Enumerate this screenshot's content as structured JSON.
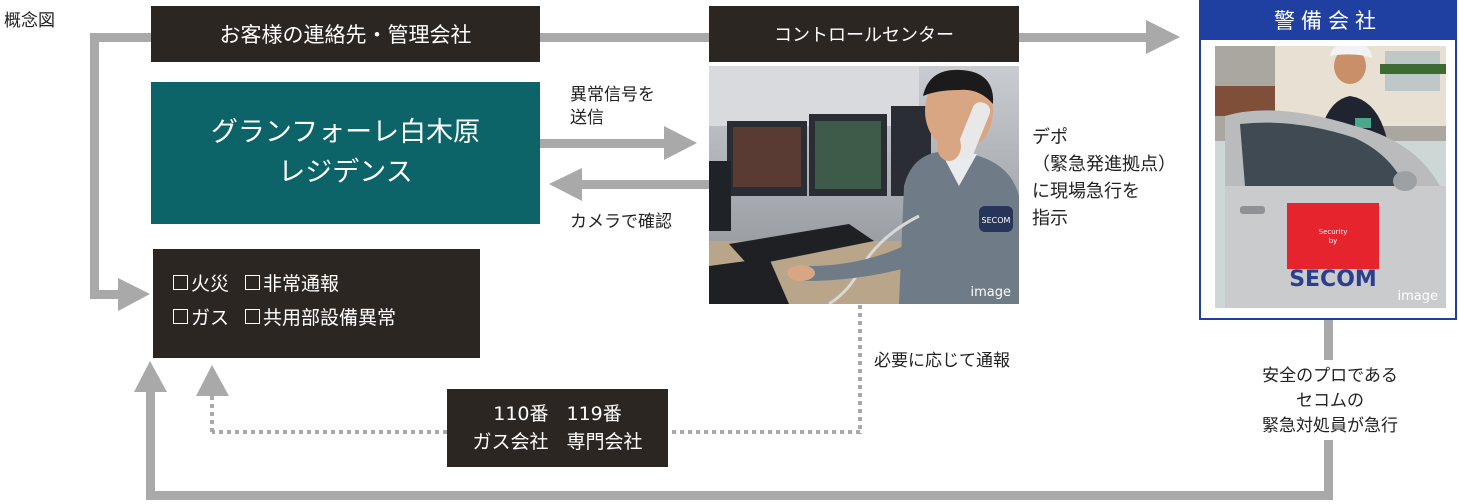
{
  "title": "概念図",
  "nodes": {
    "contact": "お客様の連絡先・管理会社",
    "control_center": "コントロールセンター",
    "residence_line1": "グランフォーレ白木原",
    "residence_line2": "レジデンス",
    "security_company": "警備会社"
  },
  "alarms": {
    "row1": [
      "火災",
      "非常通報"
    ],
    "row2": [
      "ガス",
      "共用部設備異常"
    ]
  },
  "numbers": {
    "row1": [
      "110番",
      "119番"
    ],
    "row2": [
      "ガス会社",
      "専門会社"
    ]
  },
  "edge_labels": {
    "send_line1": "異常信号を",
    "send_line2": "送信",
    "camera": "カメラで確認",
    "depot_line1": "デポ",
    "depot_line2": "（緊急発進拠点）",
    "depot_line3": "に現場急行を",
    "depot_line4": "指示",
    "notify": "必要に応じて通報",
    "rush_line1": "安全のプロである",
    "rush_line2": "セコムの",
    "rush_line3": "緊急対処員が急行"
  },
  "images": {
    "caption": "image",
    "logo": "SECOM",
    "door_line1": "Security",
    "door_line2": "by"
  },
  "colors": {
    "dark_box": "#2c2623",
    "teal_box": "#0c6469",
    "security_blue": "#1f40a0",
    "arrow_gray": "#a9a9a9"
  }
}
